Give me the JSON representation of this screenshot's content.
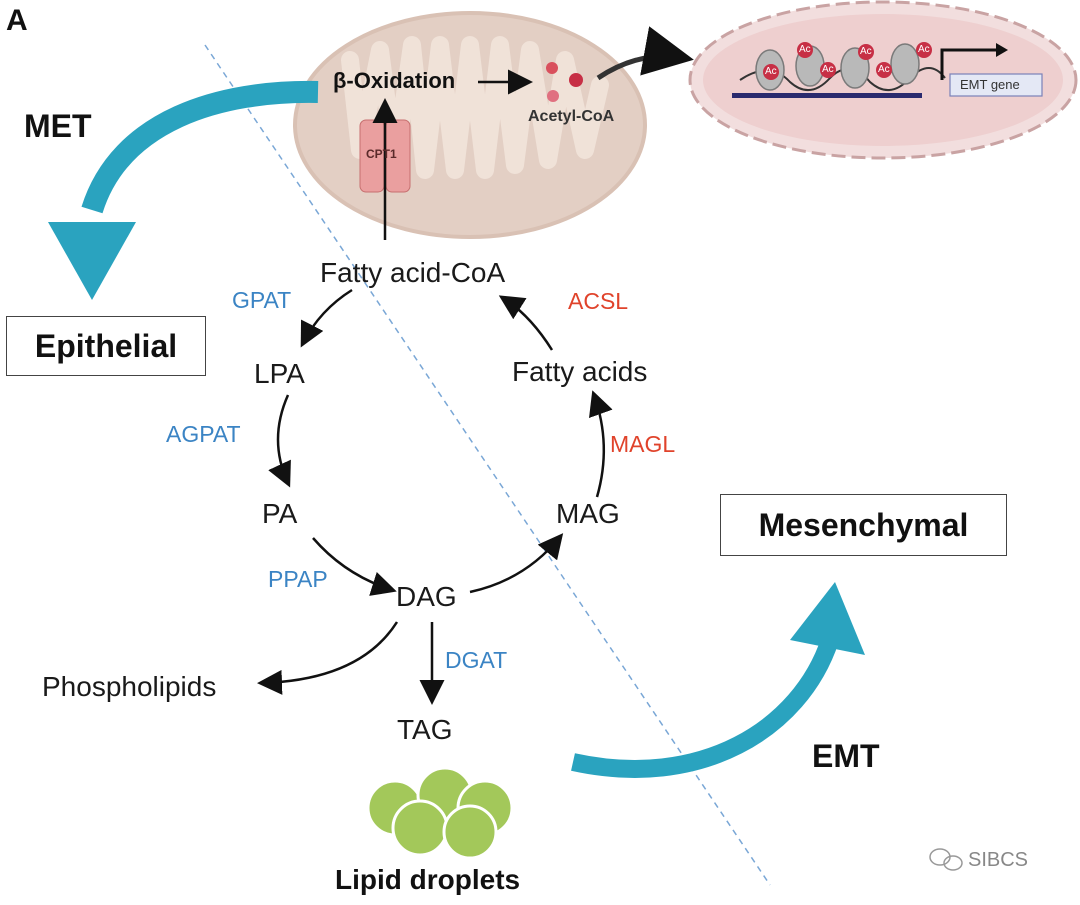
{
  "panel_label": "A",
  "mitochondrion": {
    "beta_oxidation": "β-Oxidation",
    "acetyl_coa": "Acetyl-CoA",
    "cpt1": "CPT1"
  },
  "nucleus": {
    "histone_mark": "Ac",
    "emt_gene": "EMT gene"
  },
  "states": {
    "epithelial": "Epithelial",
    "mesenchymal": "Mesenchymal",
    "met": "MET",
    "emt": "EMT"
  },
  "metabolites": {
    "fatty_acid_coa": "Fatty acid-CoA",
    "lpa": "LPA",
    "pa": "PA",
    "dag": "DAG",
    "tag": "TAG",
    "mag": "MAG",
    "fatty_acids": "Fatty acids",
    "phospholipids": "Phospholipids",
    "lipid_droplets": "Lipid droplets"
  },
  "enzymes": {
    "gpat": "GPAT",
    "agpat": "AGPAT",
    "ppap": "PPAP",
    "dgat": "DGAT",
    "acsl": "ACSL",
    "magl": "MAGL"
  },
  "colors": {
    "blue_enzyme": "#3b84c4",
    "red_enzyme": "#e0432b",
    "teal_arrow": "#2aa3bf",
    "mito_fill": "#e8d5cc",
    "droplet": "#9bc24e"
  },
  "watermark": "SIBCS"
}
